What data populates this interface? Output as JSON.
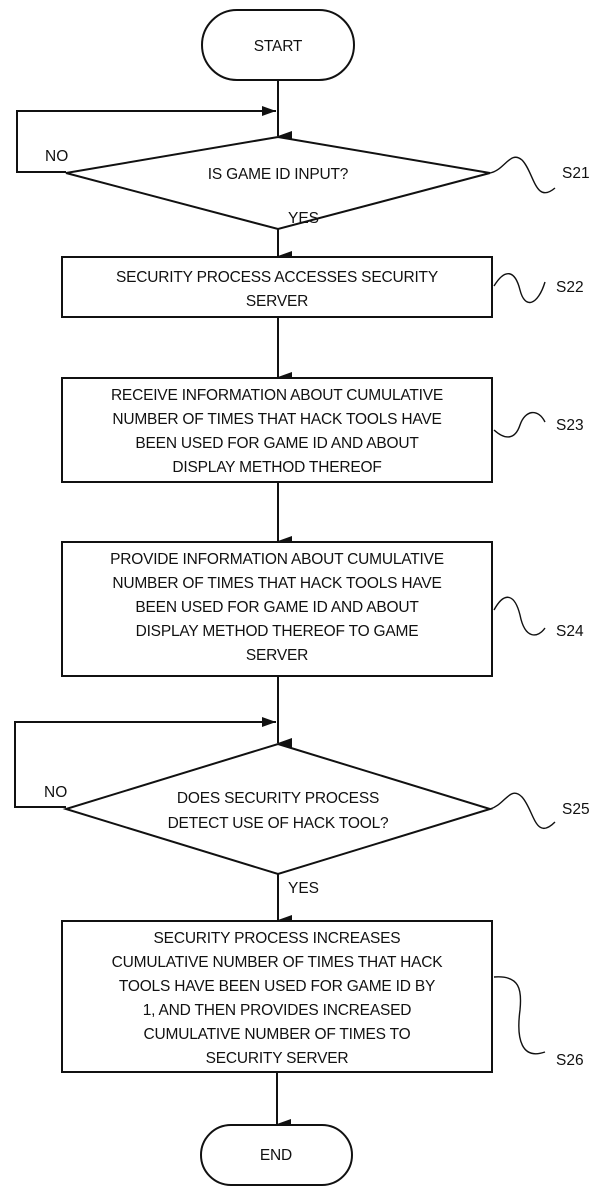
{
  "flowchart": {
    "start": {
      "label": "START"
    },
    "end": {
      "label": "END"
    },
    "steps": [
      {
        "ref": "S21",
        "type": "decision",
        "lines": [
          "IS GAME ID INPUT?"
        ],
        "no_label": "NO",
        "yes_label": "YES"
      },
      {
        "ref": "S22",
        "type": "process",
        "lines": [
          "SECURITY PROCESS ACCESSES SECURITY",
          "SERVER"
        ]
      },
      {
        "ref": "S23",
        "type": "process",
        "lines": [
          "RECEIVE INFORMATION ABOUT CUMULATIVE",
          "NUMBER OF TIMES THAT HACK TOOLS HAVE",
          "BEEN USED FOR GAME ID AND ABOUT",
          "DISPLAY METHOD THEREOF"
        ]
      },
      {
        "ref": "S24",
        "type": "process",
        "lines": [
          "PROVIDE INFORMATION ABOUT CUMULATIVE",
          "NUMBER OF TIMES THAT HACK TOOLS HAVE",
          "BEEN USED FOR GAME ID AND ABOUT",
          "DISPLAY METHOD THEREOF TO GAME",
          "SERVER"
        ]
      },
      {
        "ref": "S25",
        "type": "decision",
        "lines": [
          "DOES SECURITY PROCESS",
          "DETECT USE OF HACK TOOL?"
        ],
        "no_label": "NO",
        "yes_label": "YES"
      },
      {
        "ref": "S26",
        "type": "process",
        "lines": [
          "SECURITY PROCESS INCREASES",
          "CUMULATIVE NUMBER OF TIMES THAT HACK",
          "TOOLS HAVE BEEN USED FOR GAME ID BY",
          "1, AND THEN PROVIDES INCREASED",
          "CUMULATIVE NUMBER OF TIMES TO",
          "SECURITY SERVER"
        ]
      }
    ]
  }
}
